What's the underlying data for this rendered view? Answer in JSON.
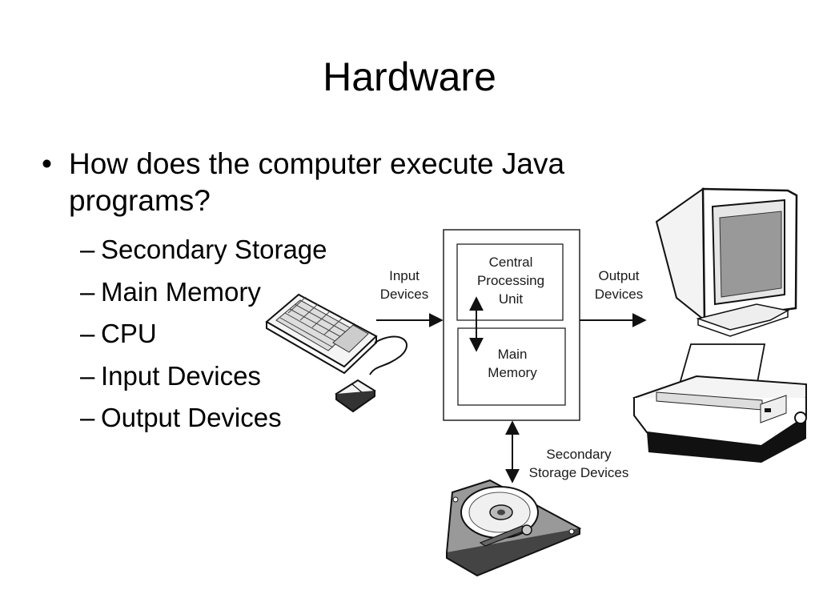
{
  "slide": {
    "title": "Hardware",
    "bullet_symbol": "•",
    "main_bullet": "How does the computer execute Java programs?",
    "sub_dash": "–",
    "sub_items": [
      "Secondary Storage",
      "Main Memory",
      "CPU",
      "Input Devices",
      "Output Devices"
    ]
  },
  "diagram": {
    "input_devices": [
      "Input",
      "Devices"
    ],
    "output_devices": [
      "Output",
      "Devices"
    ],
    "cpu": [
      "Central",
      "Processing",
      "Unit"
    ],
    "main_memory": [
      "Main",
      "Memory"
    ],
    "secondary_storage": [
      "Secondary",
      "Storage Devices"
    ]
  },
  "icons": [
    "keyboard-icon",
    "mouse-icon",
    "monitor-icon",
    "printer-icon",
    "hard-drive-icon"
  ]
}
